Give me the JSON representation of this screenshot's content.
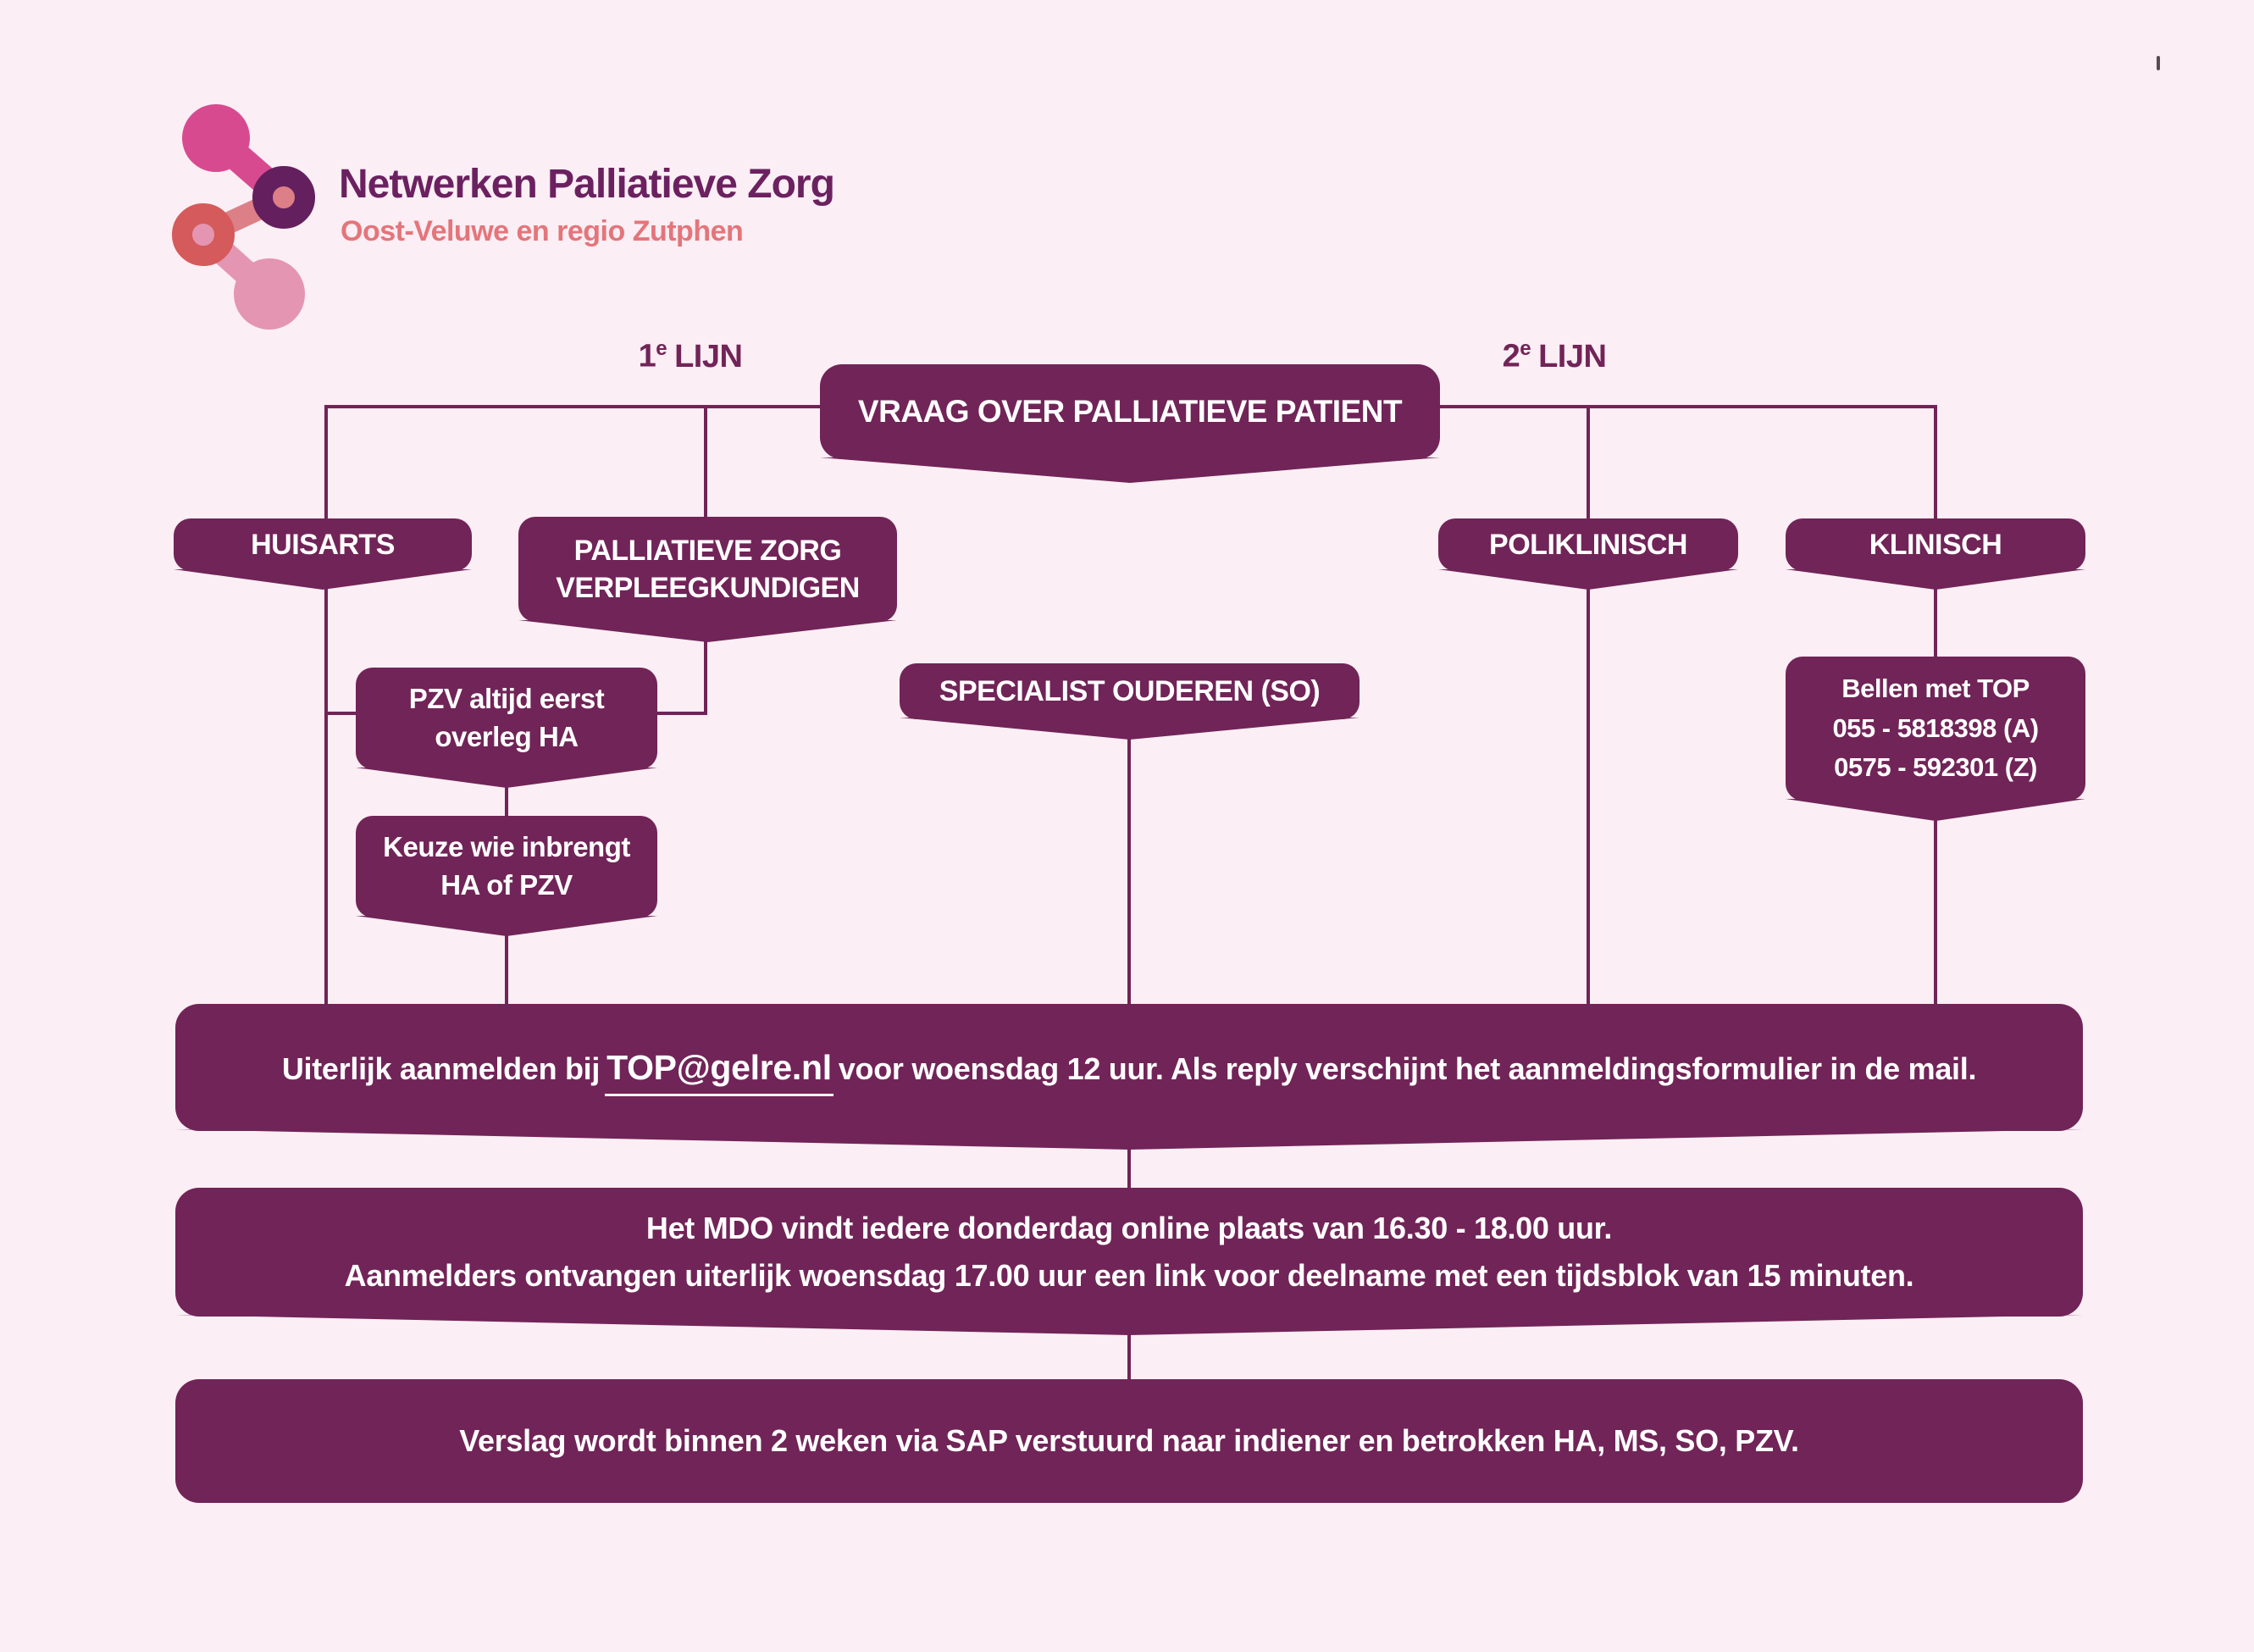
{
  "meta": {
    "background_color": "#fbeef4",
    "accent_color": "#712457"
  },
  "header": {
    "title": "Netwerken Palliatieve Zorg",
    "subtitle": "Oost-Veluwe en regio Zutphen"
  },
  "lanes": [
    {
      "number": "1",
      "sup": "e",
      "word": "LIJN"
    },
    {
      "number": "2",
      "sup": "e",
      "word": "LIJN"
    }
  ],
  "nodes": {
    "vraag": {
      "label": "VRAAG OVER PALLIATIEVE PATIENT"
    },
    "huisarts": {
      "label": "HUISARTS"
    },
    "pzvvpk": {
      "lines": [
        "PALLIATIEVE ZORG",
        "VERPLEEGKUNDIGEN"
      ]
    },
    "poliklinisch": {
      "label": "POLIKLINISCH"
    },
    "klinisch": {
      "label": "KLINISCH"
    },
    "overleg": {
      "lines": [
        "PZV altijd eerst",
        "overleg HA"
      ]
    },
    "specialist": {
      "label": "SPECIALIST OUDEREN (SO)"
    },
    "bellen": {
      "lines": [
        "Bellen met TOP",
        "055 - 5818398 (A)",
        "0575 - 592301 (Z)"
      ]
    },
    "keuze": {
      "lines": [
        "Keuze wie inbrengt",
        "HA of PZV"
      ]
    }
  },
  "banners": {
    "aanmelden": {
      "prefix": "Uiterlijk aanmelden bij",
      "email": "TOP@gelre.nl",
      "suffix": "voor woensdag 12 uur. Als reply verschijnt het aanmeldingsformulier in de mail."
    },
    "mdo": {
      "lines": [
        "Het MDO vindt iedere donderdag online plaats van 16.30 - 18.00 uur.",
        "Aanmelders ontvangen uiterlijk woensdag 17.00 uur een link voor deelname met een tijdsblok van 15 minuten."
      ]
    },
    "verslag": {
      "label": "Verslag wordt binnen 2 weken via SAP verstuurd naar indiener en betrokken HA, MS, SO, PZV."
    }
  }
}
